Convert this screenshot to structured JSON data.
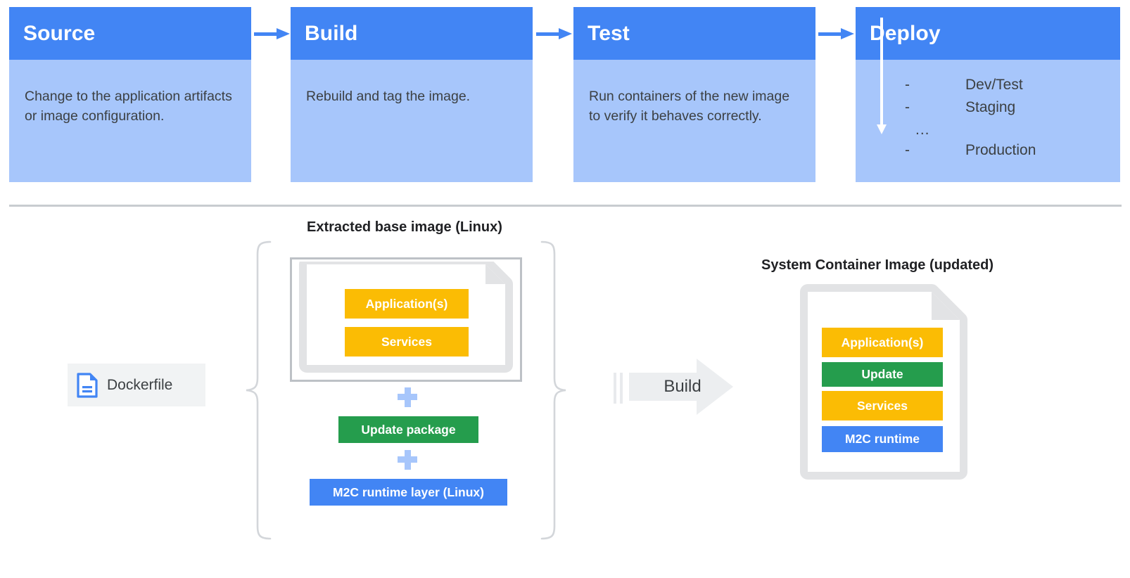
{
  "pipeline": {
    "cards": [
      {
        "title": "Source",
        "body": "Change to the application artifacts or image configuration."
      },
      {
        "title": "Build",
        "body": "Rebuild and tag the image."
      },
      {
        "title": "Test",
        "body": "Run containers of the new image to verify it behaves correctly."
      },
      {
        "title": "Deploy",
        "body": ""
      }
    ],
    "deploy_items": [
      {
        "dash": "-",
        "label": "Dev/Test"
      },
      {
        "dash": "-",
        "label": "Staging"
      },
      {
        "dash": "",
        "label": "..."
      },
      {
        "dash": "-",
        "label": "Production"
      }
    ]
  },
  "diagram": {
    "left_caption": "Extracted base image (Linux)",
    "right_caption": "System Container Image (updated)",
    "dockerfile_label": "Dockerfile",
    "build_label": "Build",
    "plus_symbol": "+",
    "base_image_layers": [
      {
        "label": "Application(s)",
        "color": "#FBBC04"
      },
      {
        "label": "Services",
        "color": "#FBBC04"
      }
    ],
    "stack_items": [
      {
        "label": "Update package",
        "color": "#259D4D"
      },
      {
        "label": "M2C runtime layer (Linux)",
        "color": "#4285F4"
      }
    ],
    "result_layers": [
      {
        "label": "Application(s)",
        "color": "#FBBC04"
      },
      {
        "label": "Update",
        "color": "#259D4D"
      },
      {
        "label": "Services",
        "color": "#FBBC04"
      },
      {
        "label": "M2C runtime",
        "color": "#4285F4"
      }
    ]
  },
  "colors": {
    "header_blue": "#4285F4",
    "body_blue": "#A7C6FB",
    "yellow": "#FBBC04",
    "green": "#259D4D",
    "blue": "#4285F4",
    "gray_doc": "#E2E3E5",
    "divider": "#c8ccd0"
  }
}
